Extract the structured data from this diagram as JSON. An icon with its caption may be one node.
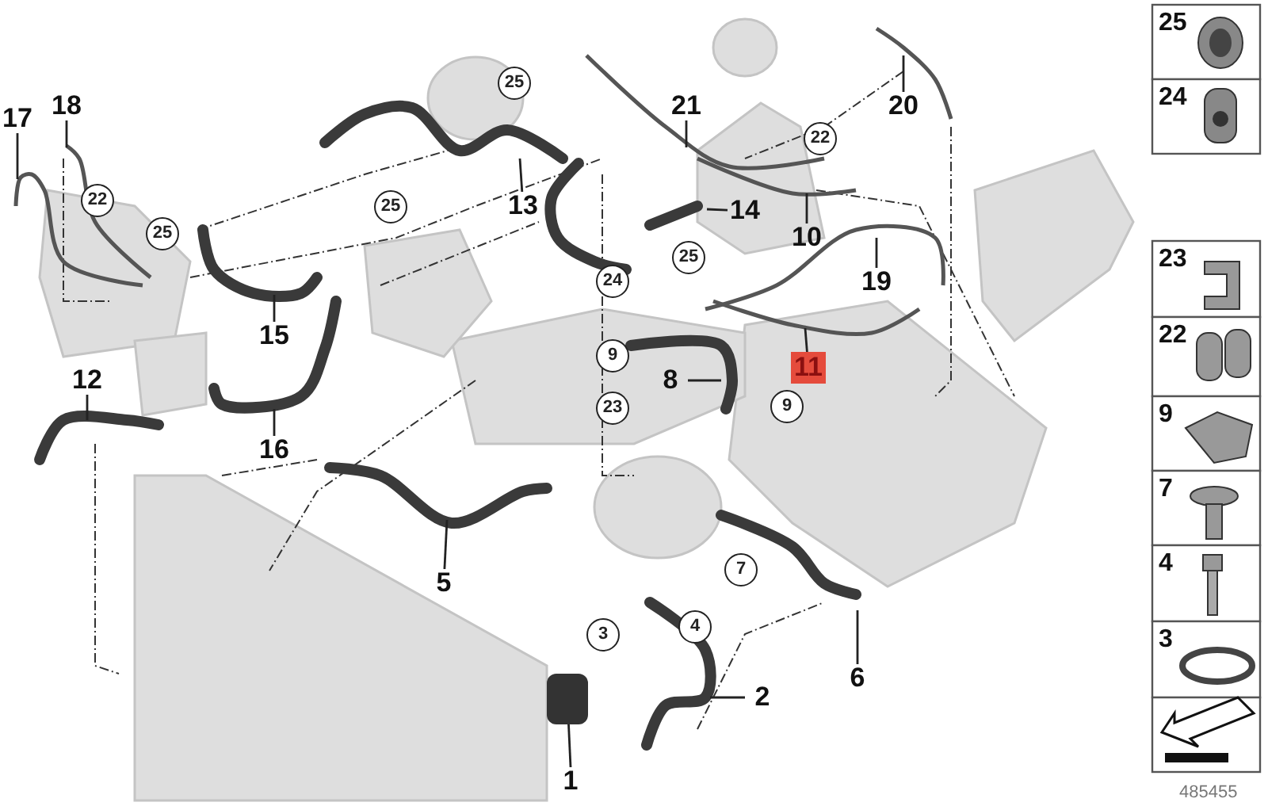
{
  "diagram": {
    "nodes": [
      {
        "text": [
          "17"
        ]
      },
      {
        "text": [
          "18"
        ]
      },
      {
        "text": [
          "13"
        ]
      },
      {
        "text": [
          "21"
        ]
      },
      {
        "text": [
          "20"
        ]
      },
      {
        "text": [
          "14"
        ]
      },
      {
        "text": [
          "10"
        ]
      },
      {
        "text": [
          "19"
        ]
      },
      {
        "text": [
          "15"
        ]
      },
      {
        "text": [
          "11"
        ]
      },
      {
        "text": [
          "12"
        ]
      },
      {
        "text": [
          "8"
        ]
      },
      {
        "text": [
          "16"
        ]
      },
      {
        "text": [
          "5"
        ]
      },
      {
        "text": [
          "6"
        ]
      },
      {
        "text": [
          "2"
        ]
      },
      {
        "text": [
          "1"
        ]
      },
      {
        "text": [],
        "shape": "box"
      }
    ],
    "edges": [
      {
        "from": 0,
        "to": null,
        "arrow": "none"
      },
      {
        "from": 1,
        "to": null,
        "arrow": "none"
      },
      {
        "from": 2,
        "to": null,
        "arrow": "none"
      },
      {
        "from": 3,
        "to": null,
        "arrow": "none"
      },
      {
        "from": 4,
        "to": null,
        "arrow": "none"
      },
      {
        "from": 5,
        "to": null,
        "arrow": "none"
      },
      {
        "from": 6,
        "to": null,
        "arrow": "none"
      },
      {
        "from": 7,
        "to": null,
        "arrow": "none"
      },
      {
        "from": 8,
        "to": null,
        "arrow": "none"
      },
      {
        "from": 9,
        "to": null,
        "arrow": "none"
      },
      {
        "from": 10,
        "to": null,
        "arrow": "none"
      },
      {
        "from": 11,
        "to": null,
        "arrow": "none"
      },
      {
        "from": 12,
        "to": null,
        "arrow": "none"
      },
      {
        "from": 13,
        "to": null,
        "arrow": "none"
      },
      {
        "from": 14,
        "to": null,
        "arrow": "none"
      },
      {
        "from": 15,
        "to": null,
        "arrow": "none"
      },
      {
        "from": 16,
        "to": 17,
        "arrow": "none"
      }
    ],
    "labels": [
      "25",
      "22",
      "25",
      "22",
      "25",
      "25",
      "24",
      "9",
      "9",
      "23",
      "7",
      "4",
      "3",
      "25",
      "24",
      "23",
      "22",
      "9",
      "7",
      "4",
      "3",
      "485455"
    ]
  }
}
